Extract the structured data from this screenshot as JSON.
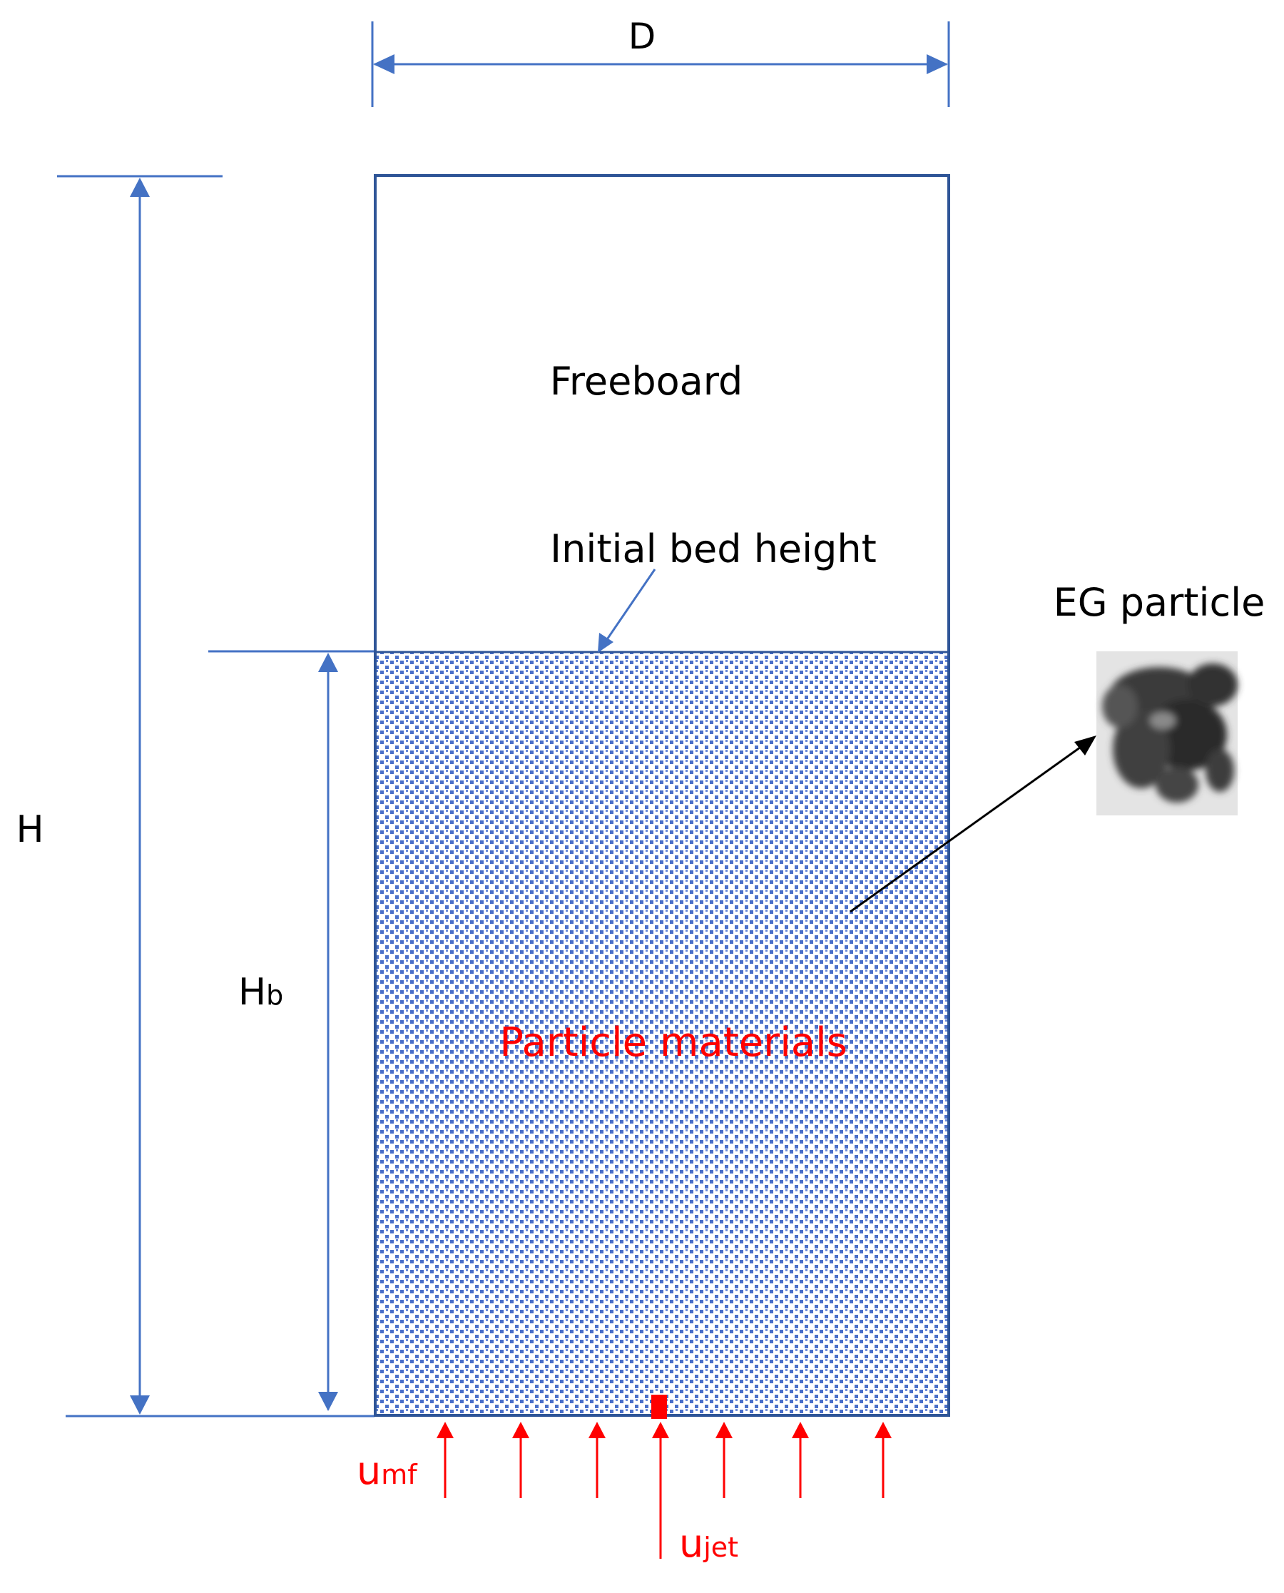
{
  "labels": {
    "width": "D",
    "total_height": "H",
    "bed_height_main": "H",
    "bed_height_sub": "b",
    "freeboard": "Freeboard",
    "initial_bed_height": "Initial bed height",
    "particle_materials": "Particle materials",
    "eg_particle": "EG particle",
    "umf_main": "u",
    "umf_sub": "mf",
    "ujet_main": "u",
    "ujet_sub": "jet"
  },
  "colors": {
    "dimension": "#4472c4",
    "vessel": "#2f5597",
    "particles": "#4a6fc9",
    "flow": "#ff0000",
    "text": "#000000"
  },
  "icons": {
    "eg_particle_photo": "eg-particle-photo",
    "bed_texture": "particle-dot-pattern"
  }
}
